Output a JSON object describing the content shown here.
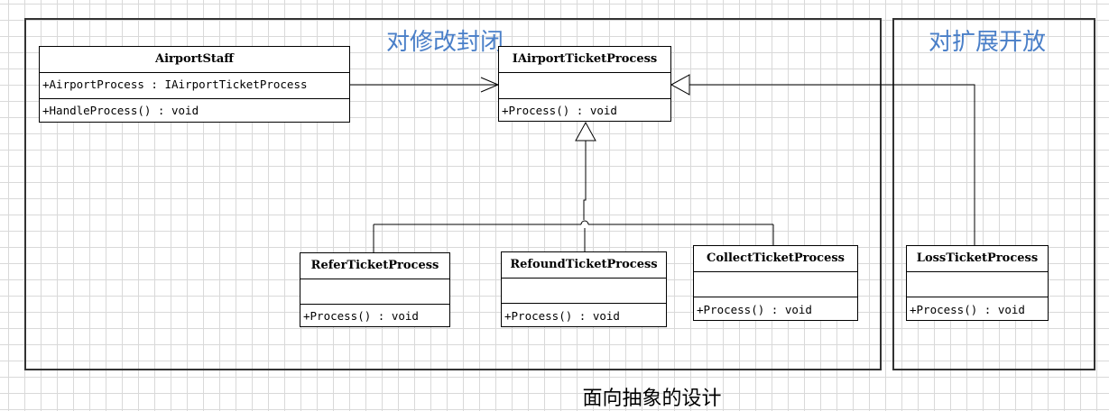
{
  "frames": {
    "closed_title": "对修改封闭",
    "open_title": "对扩展开放"
  },
  "classes": {
    "airport_staff": {
      "name": "AirportStaff",
      "attributes": [
        "+AirportProcess : IAirportTicketProcess"
      ],
      "operations": [
        "+HandleProcess() : void"
      ]
    },
    "iairport_ticket_process": {
      "name": "IAirportTicketProcess",
      "attributes": [],
      "operations": [
        "+Process() : void"
      ]
    },
    "refer_ticket_process": {
      "name": "ReferTicketProcess",
      "attributes": [],
      "operations": [
        "+Process() : void"
      ]
    },
    "refound_ticket_process": {
      "name": "RefoundTicketProcess",
      "attributes": [],
      "operations": [
        "+Process() : void"
      ]
    },
    "collect_ticket_process": {
      "name": "CollectTicketProcess",
      "attributes": [],
      "operations": [
        "+Process() : void"
      ]
    },
    "loss_ticket_process": {
      "name": "LossTicketProcess",
      "attributes": [],
      "operations": [
        "+Process() : void"
      ]
    }
  },
  "caption": "面向抽象的设计"
}
